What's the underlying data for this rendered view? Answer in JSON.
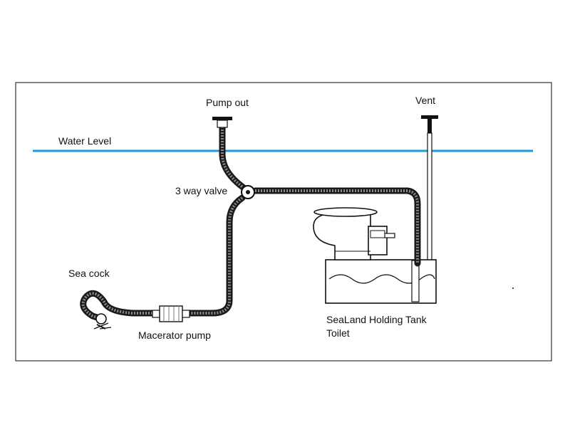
{
  "labels": {
    "pump_out": "Pump out",
    "vent": "Vent",
    "water_level": "Water Level",
    "three_way_valve": "3 way valve",
    "sea_cock": "Sea cock",
    "macerator_pump": "Macerator pump",
    "holding_tank": "SeaLand Holding Tank",
    "toilet": "Toilet"
  },
  "colors": {
    "water_line": "#1e9bd7",
    "hose": "#1a1a1a",
    "frame": "#333333"
  }
}
